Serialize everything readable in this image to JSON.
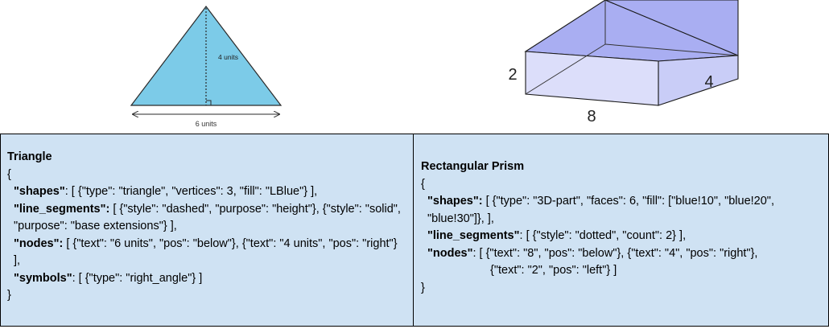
{
  "figures": {
    "triangle": {
      "base_label": "6 units",
      "height_label": "4 units",
      "fill": "#7ccbe8",
      "stroke": "#2a2a2a"
    },
    "prism": {
      "label_length": "8",
      "label_width": "4",
      "label_height": "2",
      "fill_top": "#a9aef2",
      "fill_front": "#dcdefa",
      "fill_side": "#c9cdf7",
      "stroke": "#1a1a1a"
    }
  },
  "table": {
    "left": {
      "title": "Triangle",
      "open": "{",
      "rows": [
        {
          "key": "\"shapes\"",
          "sep": ": ",
          "value": "[ {\"type\": \"triangle\", \"vertices\": 3, \"fill\": \"LBlue\"} ],"
        },
        {
          "key": "\"line_segments\":",
          "sep": " ",
          "value": "[ {\"style\": \"dashed\", \"purpose\": \"height\"}, {\"style\": \"solid\", \"purpose\": \"base extensions\"} ],"
        },
        {
          "key": "\"nodes\":",
          "sep": " ",
          "value": "[ {\"text\": \"6 units\", \"pos\": \"below\"}, {\"text\": \"4 units\", \"pos\": \"right\"} ],"
        },
        {
          "key": "\"symbols\"",
          "sep": ": ",
          "value": "[ {\"type\": \"right_angle\"} ]"
        }
      ],
      "close": "}"
    },
    "right": {
      "title": "Rectangular Prism",
      "open": "{",
      "rows": [
        {
          "key": "\"shapes\":",
          "sep": " ",
          "value": "[ {\"type\": \"3D-part\", \"faces\": 6, \"fill\": [\"blue!10\", \"blue!20\", \"blue!30\"]}, ],"
        },
        {
          "key": "\"line_segments\"",
          "sep": ": ",
          "value": "[ {\"style\": \"dotted\", \"count\": 2} ],"
        },
        {
          "key": "\"nodes\"",
          "sep": ": ",
          "value": "[ {\"text\": \"8\", \"pos\": \"below\"}, {\"text\": \"4\", \"pos\": \"right\"},"
        }
      ],
      "continuation": "{\"text\": \"2\", \"pos\": \"left\"} ]",
      "close": "}"
    }
  }
}
